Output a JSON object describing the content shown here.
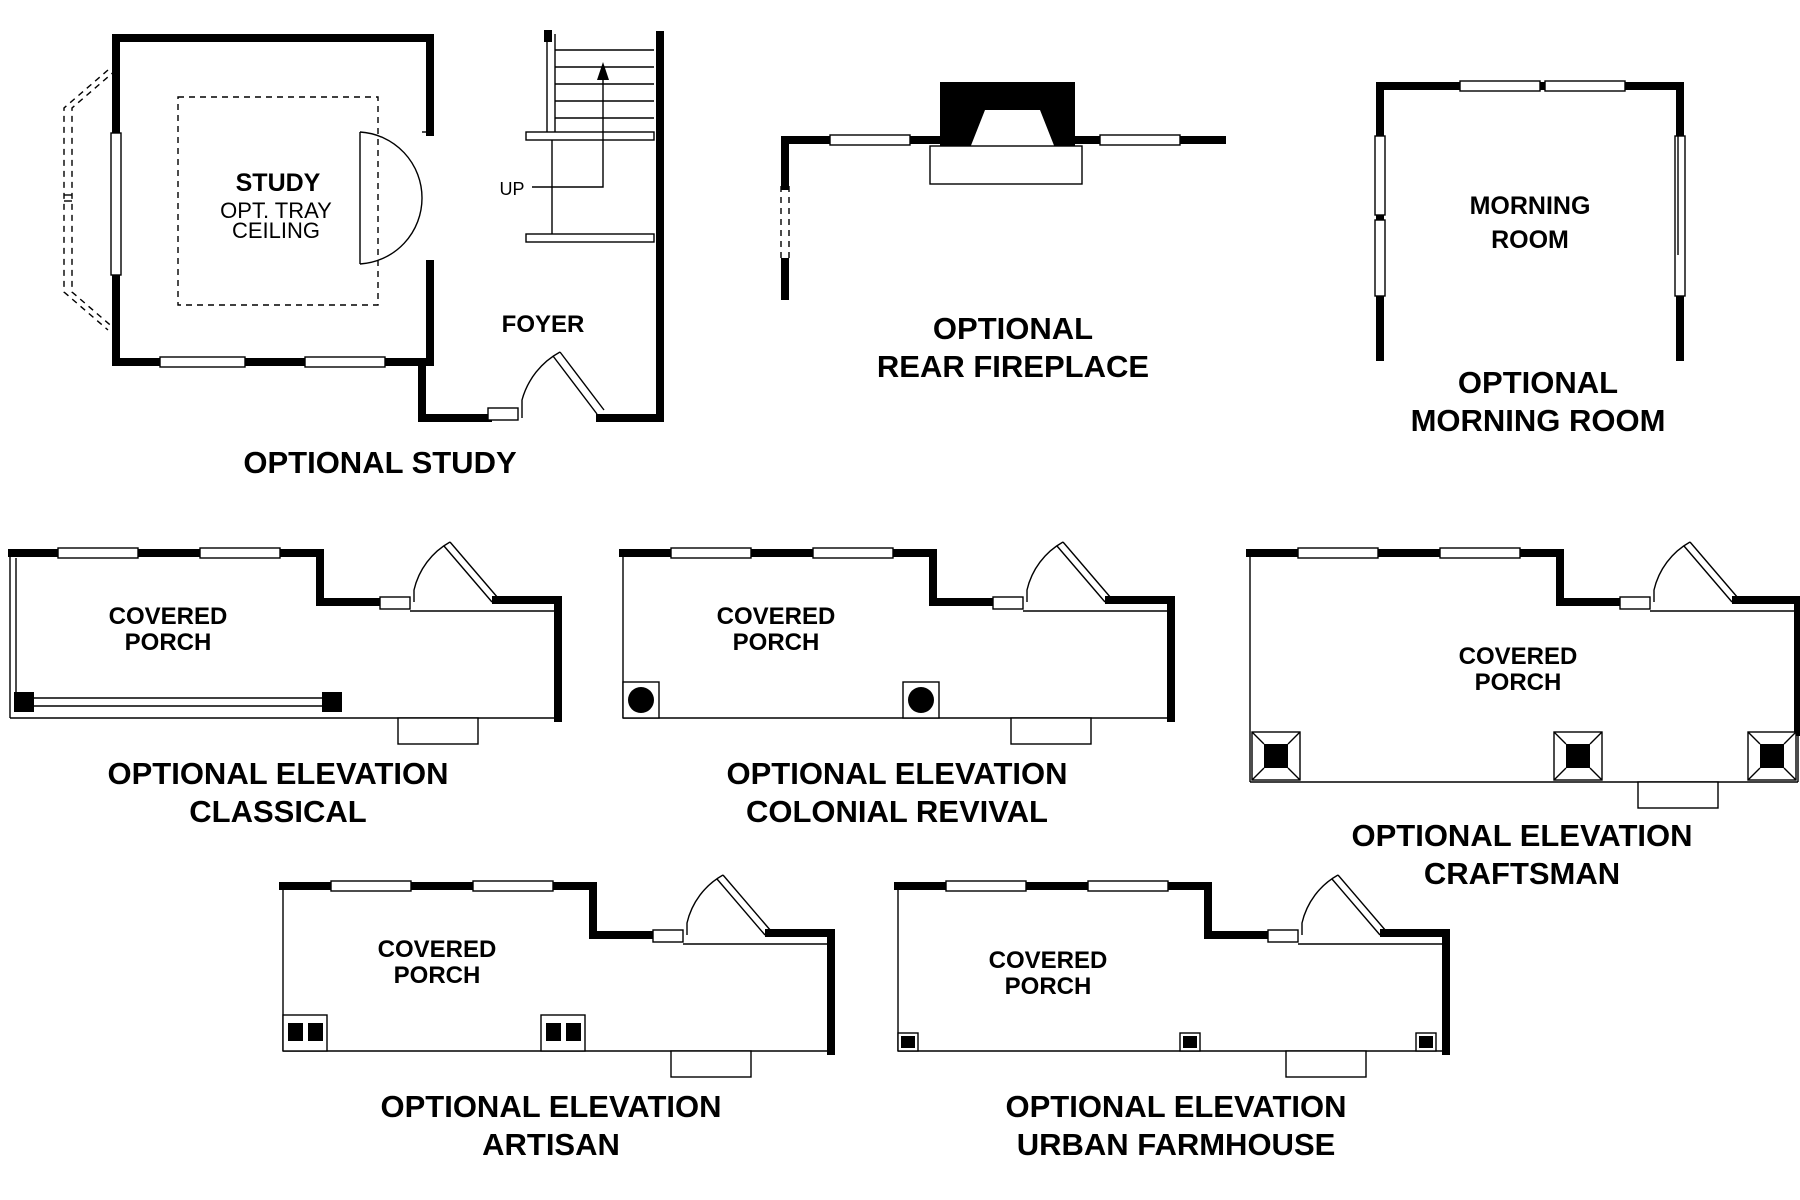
{
  "study": {
    "room_label": "STUDY",
    "sub_label_1": "OPT. TRAY",
    "sub_label_2": "CEILING",
    "foyer_label": "FOYER",
    "stair_label": "UP",
    "caption": "OPTIONAL STUDY"
  },
  "fireplace": {
    "caption_1": "OPTIONAL",
    "caption_2": "REAR FIREPLACE"
  },
  "morning_room": {
    "room_label_1": "MORNING",
    "room_label_2": "ROOM",
    "caption_1": "OPTIONAL",
    "caption_2": "MORNING ROOM"
  },
  "elevations": [
    {
      "id": "classical",
      "porch_1": "COVERED",
      "porch_2": "PORCH",
      "caption_1": "OPTIONAL ELEVATION",
      "caption_2": "CLASSICAL"
    },
    {
      "id": "colonial",
      "porch_1": "COVERED",
      "porch_2": "PORCH",
      "caption_1": "OPTIONAL ELEVATION",
      "caption_2": "COLONIAL REVIVAL"
    },
    {
      "id": "craftsman",
      "porch_1": "COVERED",
      "porch_2": "PORCH",
      "caption_1": "OPTIONAL ELEVATION",
      "caption_2": "CRAFTSMAN"
    },
    {
      "id": "artisan",
      "porch_1": "COVERED",
      "porch_2": "PORCH",
      "caption_1": "OPTIONAL ELEVATION",
      "caption_2": "ARTISAN"
    },
    {
      "id": "farmhouse",
      "porch_1": "COVERED",
      "porch_2": "PORCH",
      "caption_1": "OPTIONAL ELEVATION",
      "caption_2": "URBAN FARMHOUSE"
    }
  ]
}
